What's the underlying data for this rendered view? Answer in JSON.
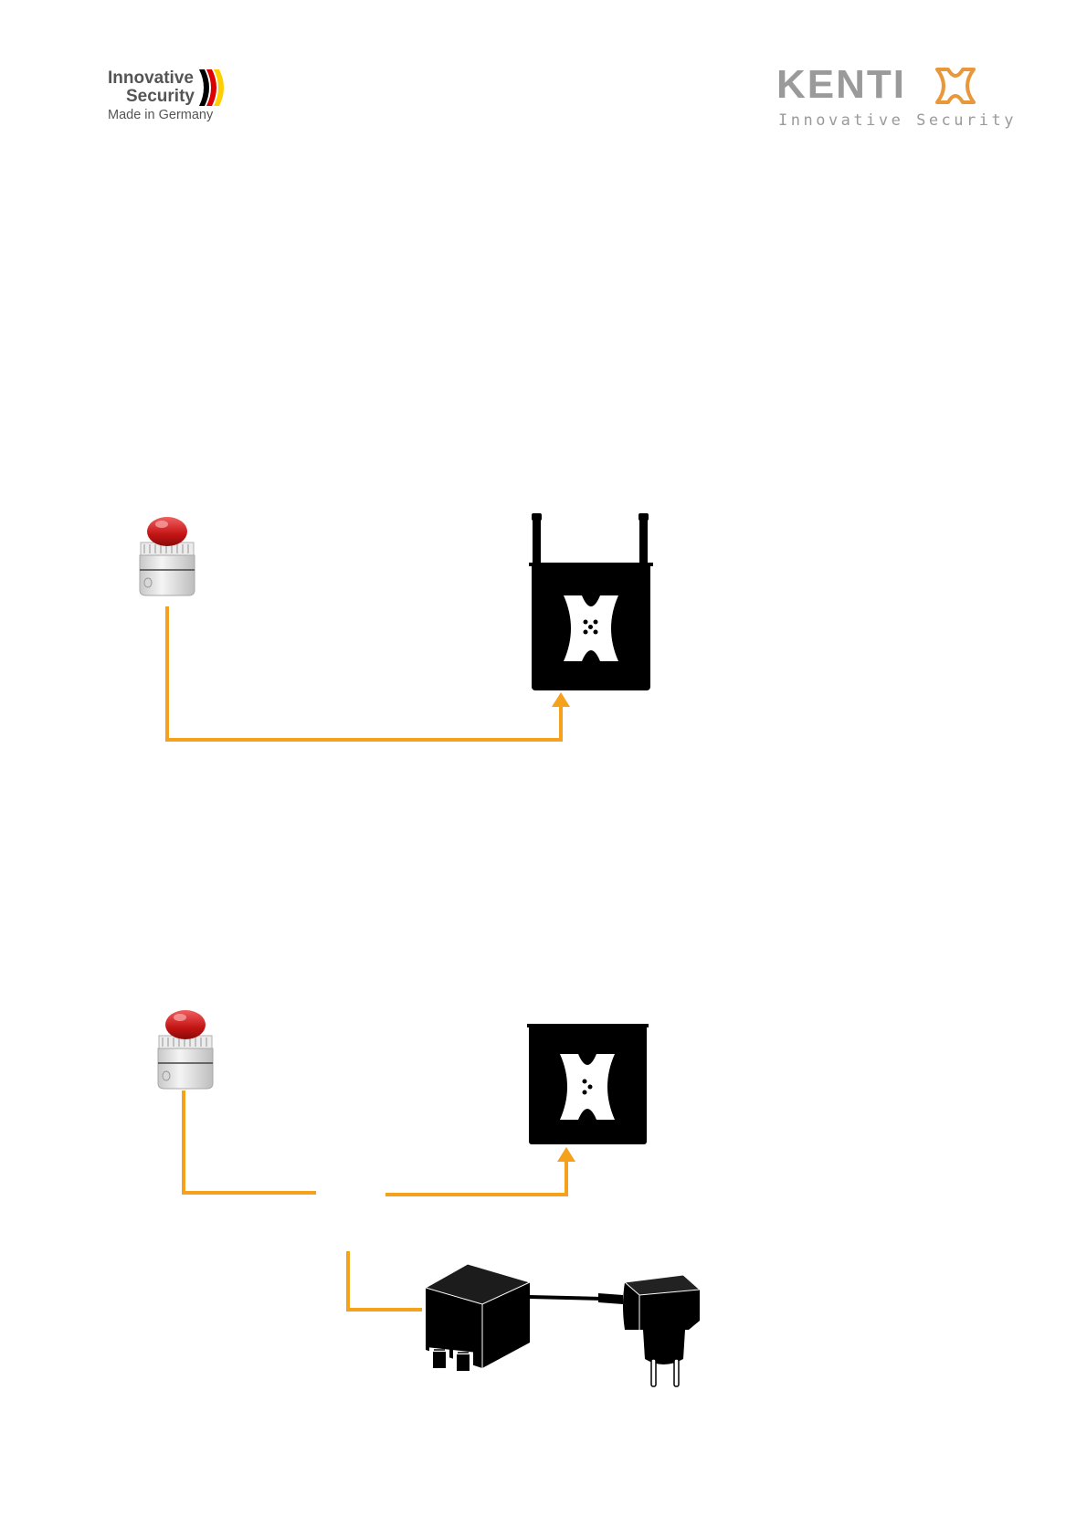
{
  "header": {
    "left_logo": {
      "line1": "Innovative",
      "line2": "Security",
      "line3": "Made in Germany",
      "flag_colors": [
        "#000000",
        "#dd0000",
        "#ffce00"
      ]
    },
    "right_logo": {
      "brand": "KENTI",
      "tagline": "Innovative Security",
      "brand_color": "#9a9a9a",
      "accent_color": "#e8973a"
    }
  },
  "diagram": {
    "connection_color": "#f5a11c",
    "section_1": {
      "devices": [
        "siren-beacon-icon",
        "wireless-base-station-icon"
      ],
      "connection": "beacon-to-base-station"
    },
    "section_2": {
      "devices": [
        "siren-beacon-icon",
        "base-unit-icon",
        "dual-rj-coupler-icon",
        "power-adapter-icon"
      ],
      "connection": "beacon-to-base-unit-with-power-injection"
    }
  }
}
